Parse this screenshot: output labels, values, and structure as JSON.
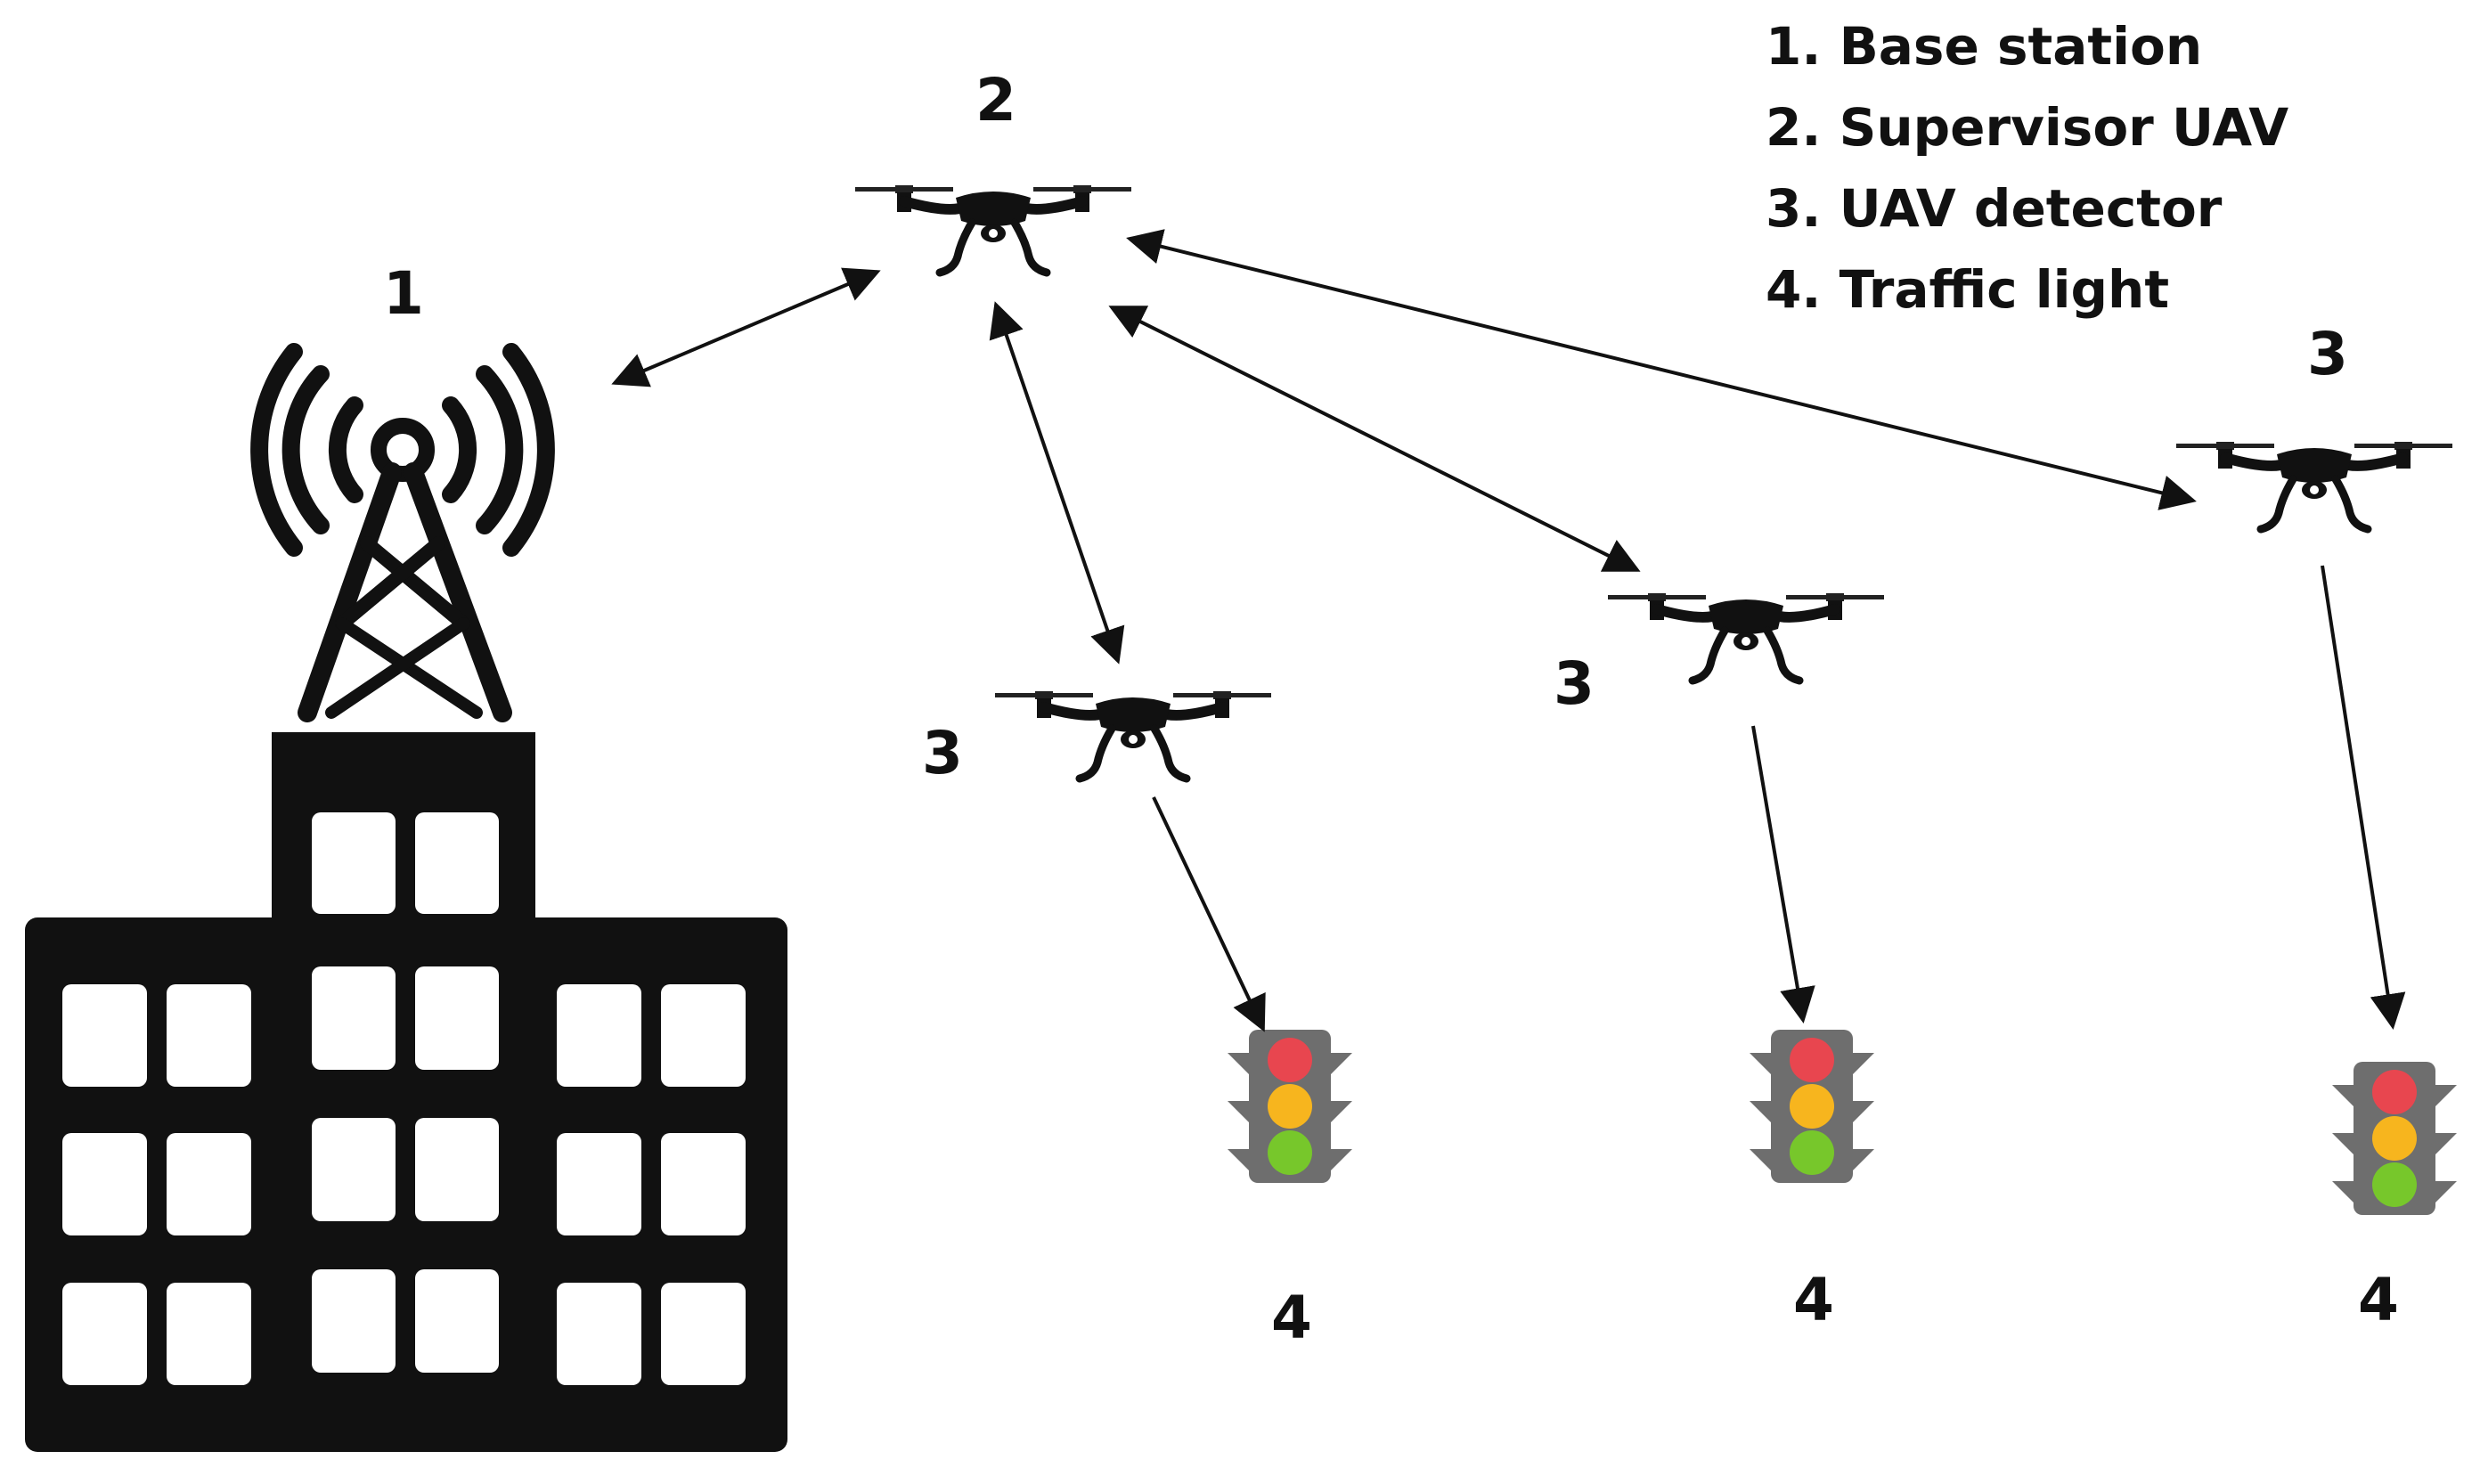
{
  "legend": {
    "items": [
      "1. Base station",
      "2. Supervisor UAV",
      "3. UAV detector",
      "4. Traffic light"
    ]
  },
  "labels": {
    "base_station": "1",
    "supervisor_uav": "2",
    "uav_detector_a": "3",
    "uav_detector_b": "3",
    "uav_detector_c": "3",
    "traffic_light_a": "4",
    "traffic_light_b": "4",
    "traffic_light_c": "4"
  },
  "colors": {
    "ink": "#111111",
    "light_housing": "#6e6e6e",
    "red": "#e8464f",
    "amber": "#f7b51e",
    "green": "#77c72b"
  },
  "icons": [
    "building-icon",
    "antenna-tower-icon",
    "drone-icon",
    "traffic-light-icon"
  ]
}
